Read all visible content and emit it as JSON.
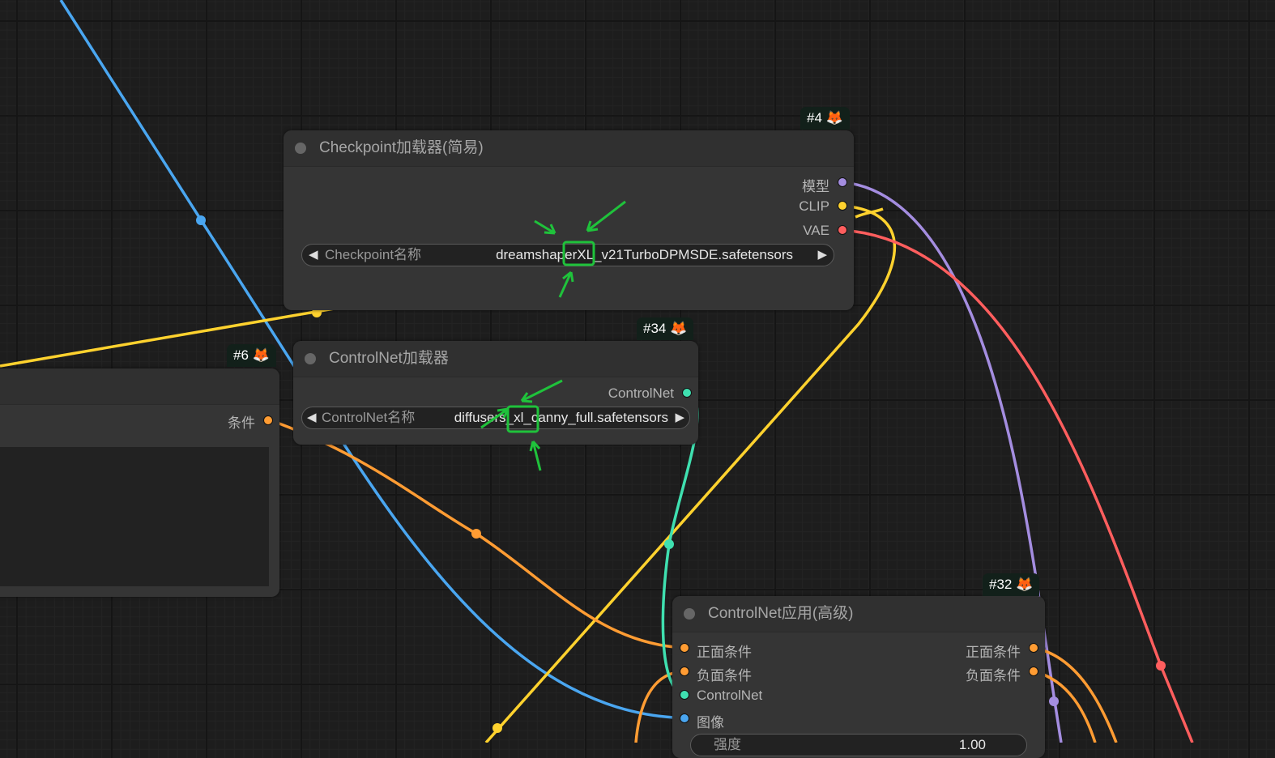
{
  "colors": {
    "model": "#a48de0",
    "clip": "#ffd22e",
    "vae": "#ff5e5e",
    "controlnet": "#3fe0b0",
    "image": "#4aa6f0",
    "conditioning": "#ff9c33",
    "annotation": "#1fc23b"
  },
  "nodes": {
    "checkpoint": {
      "id": "#4",
      "badge_icon": "fox-emoji",
      "title": "Checkpoint加载器(简易)",
      "outputs": [
        "模型",
        "CLIP",
        "VAE"
      ],
      "widget": {
        "label": "Checkpoint名称",
        "value": "dreamshaperXL_v21TurboDPMSDE.safetensors"
      }
    },
    "controlnet_loader": {
      "id": "#34",
      "badge_icon": "fox-emoji",
      "title": "ControlNet加载器",
      "outputs": [
        "ControlNet"
      ],
      "widget": {
        "label": "ControlNet名称",
        "value": "diffusers_xl_canny_full.safetensors"
      }
    },
    "left_node": {
      "id": "#6",
      "badge_icon": "fox-emoji",
      "outputs": [
        "条件"
      ]
    },
    "controlnet_apply": {
      "id": "#32",
      "badge_icon": "fox-emoji",
      "title": "ControlNet应用(高级)",
      "inputs": [
        "正面条件",
        "负面条件",
        "ControlNet",
        "图像"
      ],
      "outputs": [
        "正面条件",
        "负面条件"
      ],
      "widget": {
        "label": "强度",
        "value": "1.00"
      }
    }
  },
  "fox": "🦊",
  "arrows": {
    "left": "◀",
    "right": "▶"
  }
}
